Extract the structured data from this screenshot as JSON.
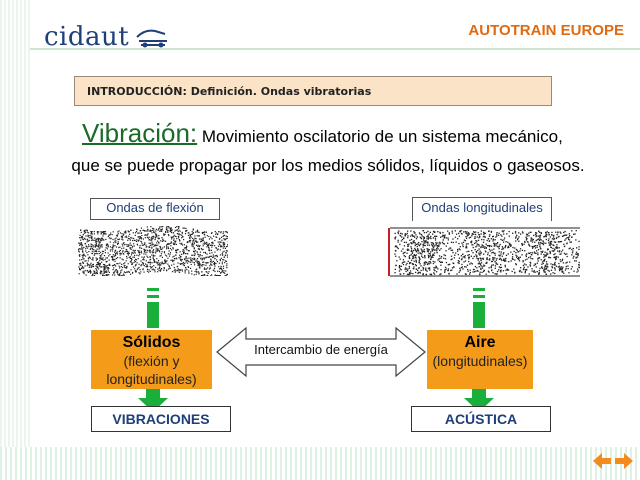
{
  "header": {
    "logo_text": "cidaut",
    "brand": "AUTOTRAIN EUROPE"
  },
  "intro": {
    "title": "INTRODUCCIÓN: Definición. Ondas vibratorias"
  },
  "definition": {
    "term": "Vibración:",
    "first_line": " Movimiento oscilatorio de un sistema mecánico,",
    "rest": "que se puede propagar por los medios sólidos, líquidos o gaseosos."
  },
  "waves": {
    "left_label": "Ondas de flexión",
    "right_label": "Ondas longitudinales"
  },
  "boxes": {
    "solidos_title": "Sólidos",
    "solidos_sub": "(flexión y longitudinales)",
    "aire_title": "Aire",
    "aire_sub": "(longitudinales)"
  },
  "exchange": {
    "label": "Intercambio de energía"
  },
  "results": {
    "left": "VIBRACIONES",
    "right": "ACÚSTICA"
  },
  "colors": {
    "accent": "#e06a10",
    "orange": "#f49b19",
    "green": "#1a6b29",
    "navy": "#1e3f78",
    "arrow_green": "#1aae3a",
    "nav_orange": "#f28c1e"
  },
  "icons": {
    "prev": "arrow-left-icon",
    "next": "arrow-right-icon"
  }
}
